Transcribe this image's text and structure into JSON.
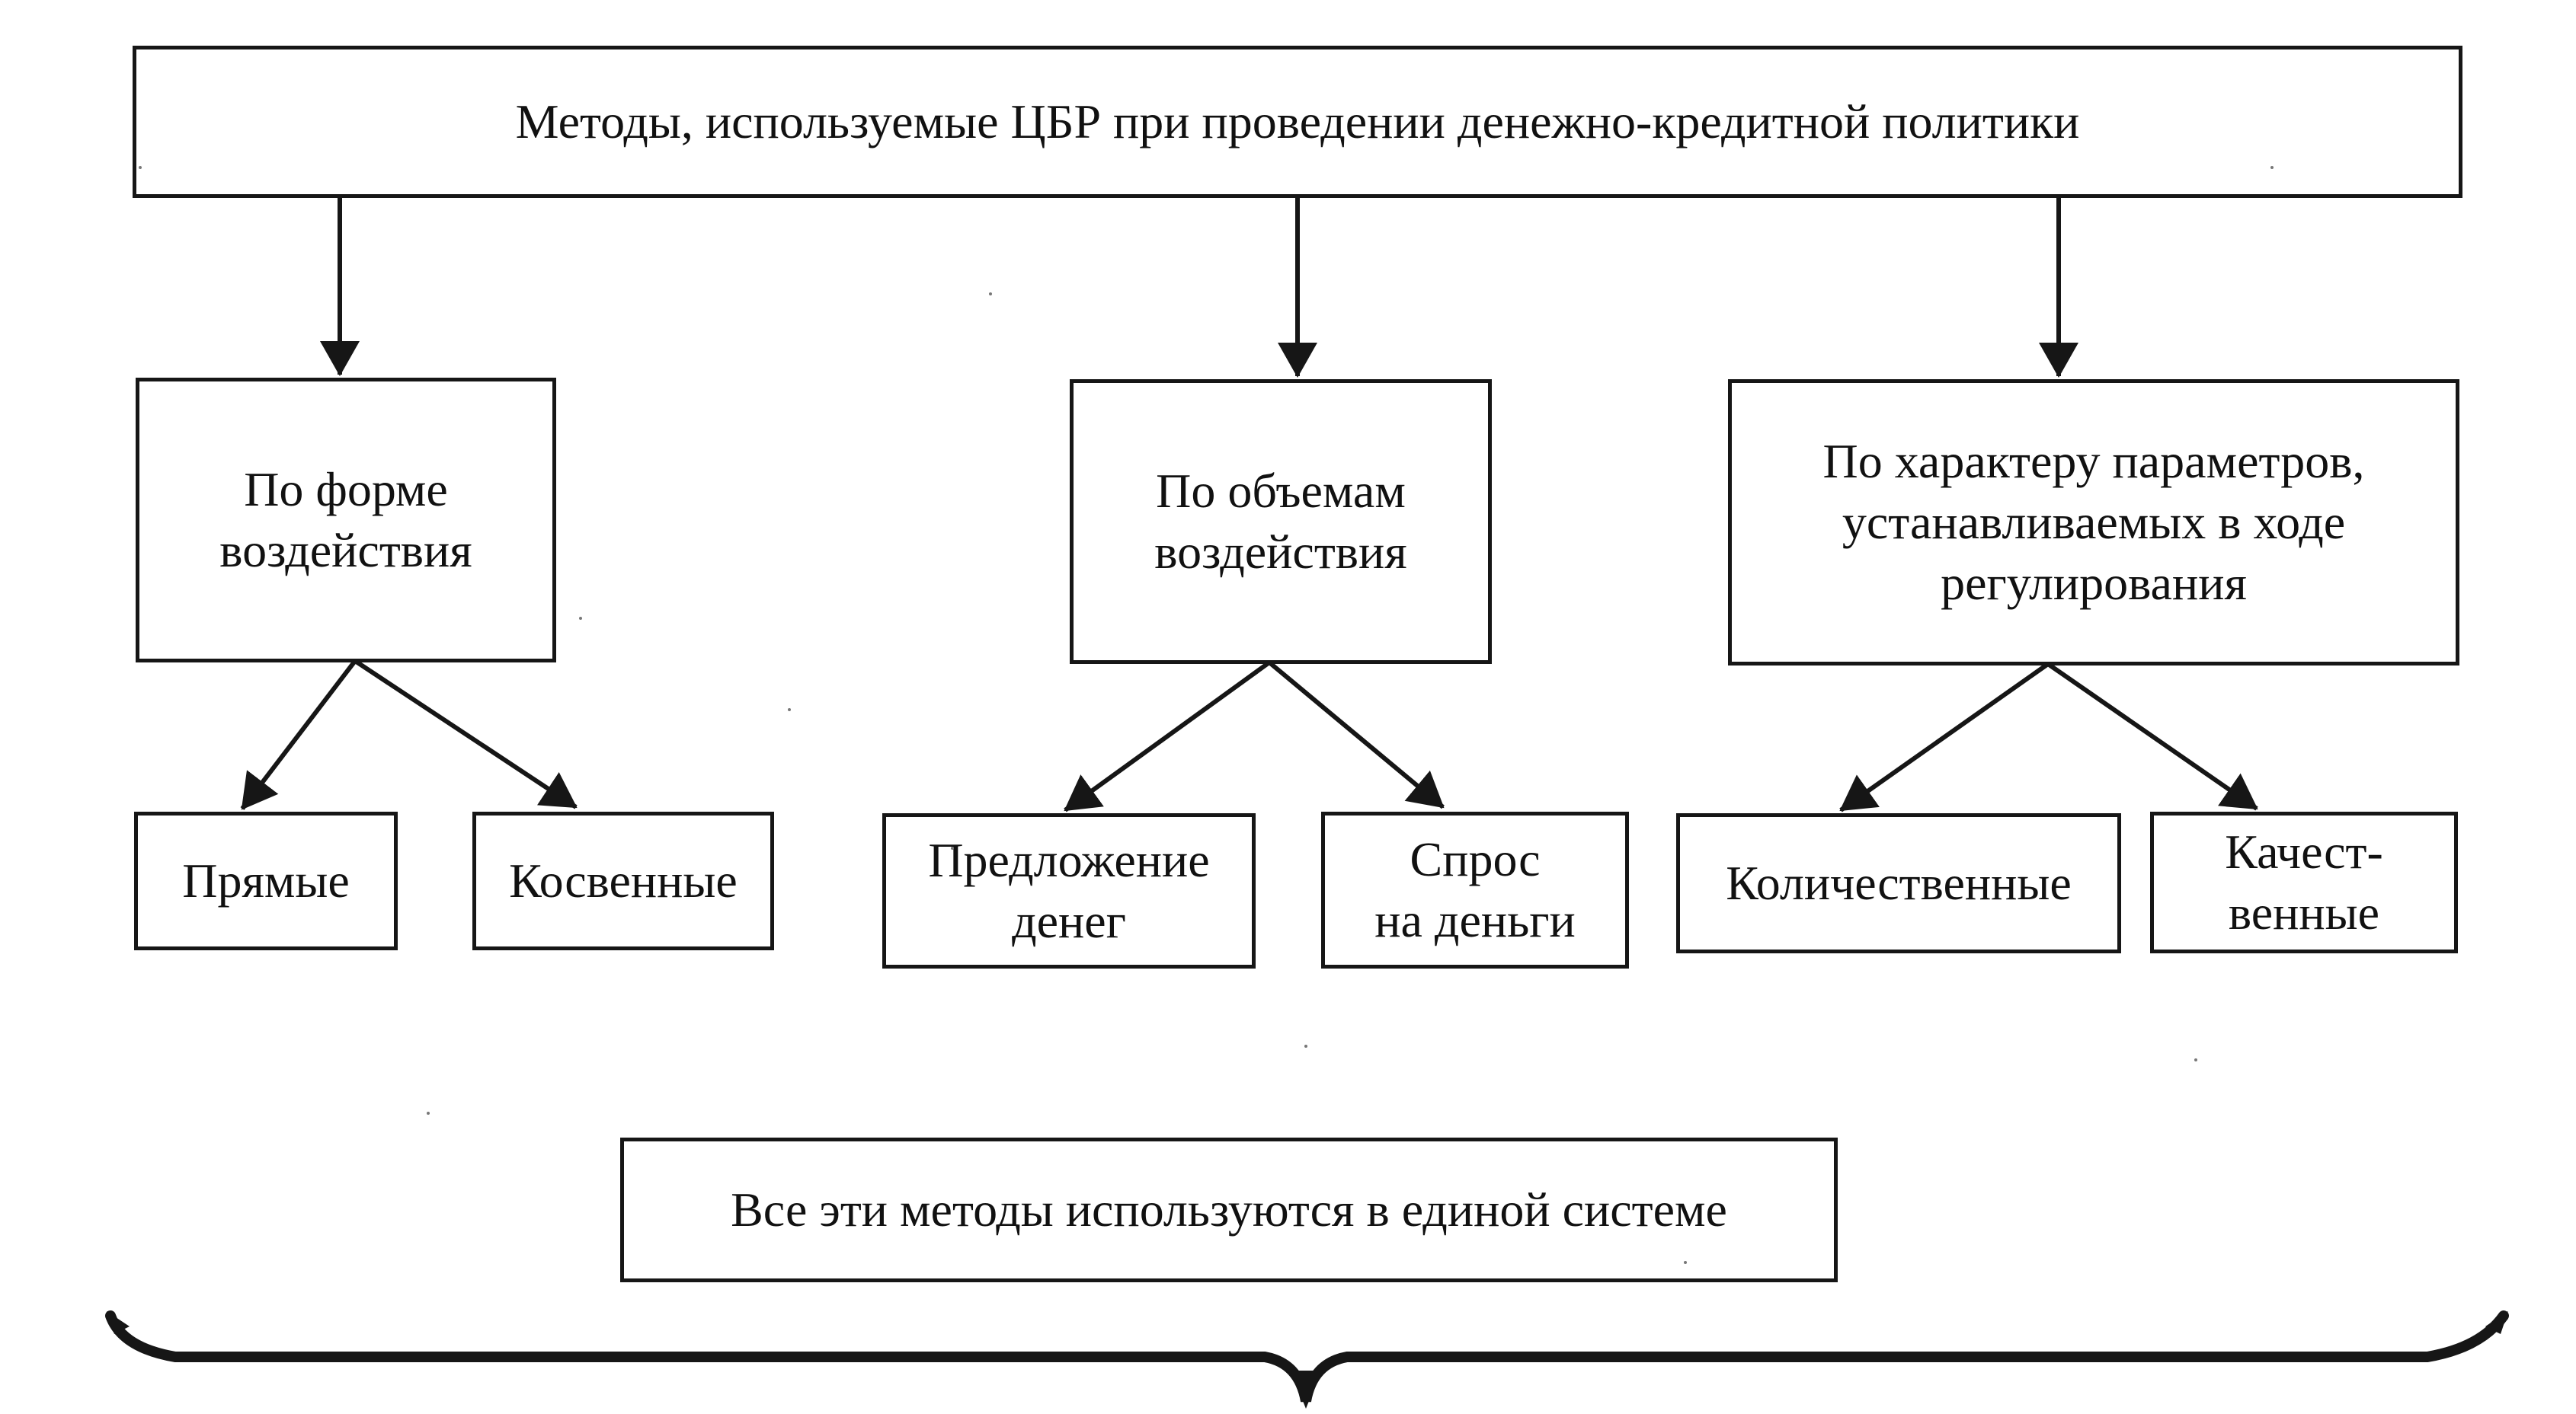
{
  "diagram": {
    "root": "Методы, используемые ЦБР при проведении денежно-кредитной политики",
    "groups": [
      {
        "title": "По форме\nвоздействия",
        "children": [
          "Прямые",
          "Косвенные"
        ]
      },
      {
        "title": "По объемам\nвоздействия",
        "children": [
          "Предложение\nденег",
          "Спрос\nна деньги"
        ]
      },
      {
        "title": "По характеру параметров,\nустанавливаемых в ходе\nрегулирования",
        "children": [
          "Количественные",
          "Качест-\nвенные"
        ]
      }
    ],
    "summary": "Все эти методы используются в единой системе"
  },
  "colors": {
    "line": "#161616",
    "background": "#ffffff"
  }
}
